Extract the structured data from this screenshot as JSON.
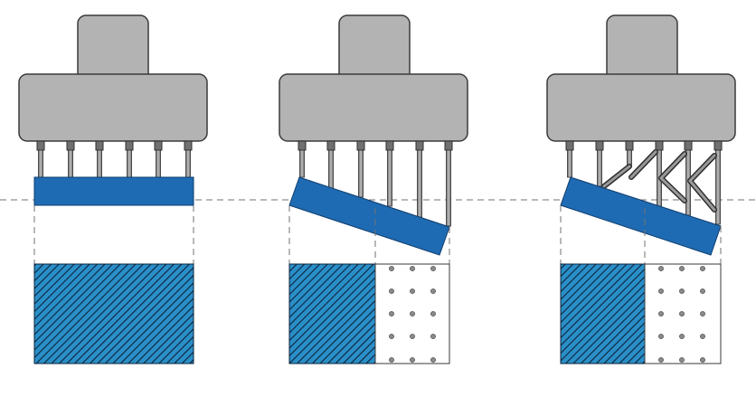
{
  "colors": {
    "background": "#ffffff",
    "housing_fill": "#b3b3b3",
    "housing_stroke": "#3a3a3a",
    "pin_fill": "#8f8f8f",
    "pin_stroke": "#2f2f2f",
    "plate_fill": "#1f6bb3",
    "plate_stroke": "#0f3d6e",
    "hatch_fill": "#2a8fc9",
    "hatch_line": "#0b2238",
    "guide_line": "#707070",
    "dot_fill": "#8a8a8a"
  },
  "panels": [
    {
      "id": "flat-contact",
      "icons": [
        "housing-icon",
        "pin-array-icon",
        "contact-plate-icon",
        "hatched-contact-area-icon"
      ],
      "contact_fraction": 1.0
    },
    {
      "id": "tilted-contact",
      "icons": [
        "housing-icon",
        "pin-array-icon",
        "tilted-plate-icon",
        "hatched-contact-area-icon",
        "dotted-gap-area-icon"
      ],
      "contact_fraction": 0.5
    },
    {
      "id": "tilted-contact-braced",
      "icons": [
        "housing-icon",
        "pin-array-icon",
        "cross-brace-icon",
        "tilted-plate-icon",
        "hatched-contact-area-icon",
        "dotted-gap-area-icon"
      ],
      "contact_fraction": 0.5
    }
  ]
}
